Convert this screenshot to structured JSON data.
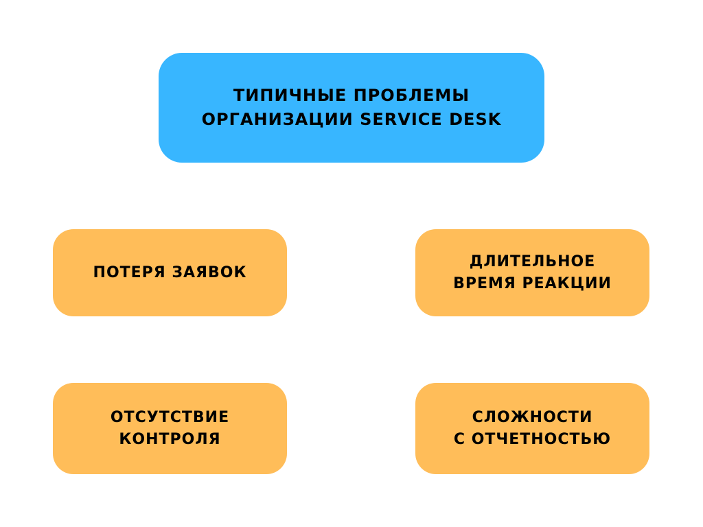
{
  "title": {
    "line1": "Типичные проблемы",
    "line2": "организации Service Desk"
  },
  "problems": [
    {
      "line1": "Потеря заявок",
      "line2": ""
    },
    {
      "line1": "Длительное",
      "line2": "время реакции"
    },
    {
      "line1": "Отсутствие",
      "line2": "контроля"
    },
    {
      "line1": "Сложности",
      "line2": "с отчетностью"
    }
  ],
  "colors": {
    "title_bg": "#38b6ff",
    "item_bg": "#ffbd59",
    "text": "#000000"
  }
}
